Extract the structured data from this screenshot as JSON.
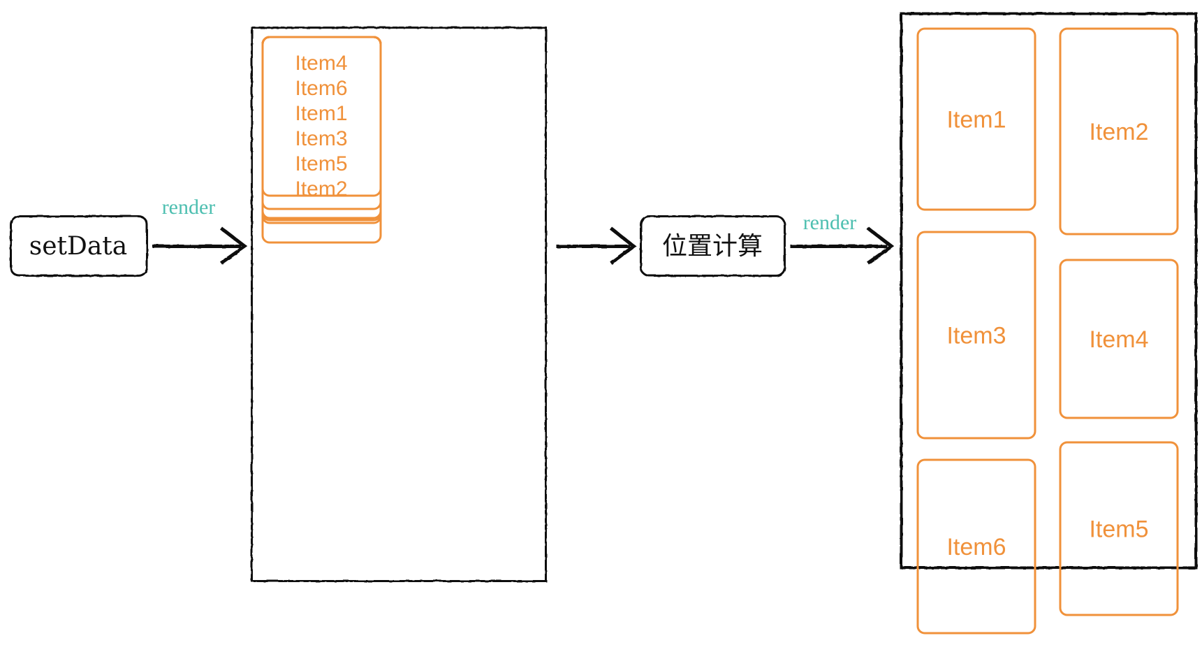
{
  "colors": {
    "accent": "#f0913a",
    "label": "#4dbfb0",
    "ink": "#111111"
  },
  "nodes": {
    "set_data": "setData",
    "position_calc": "位置计算"
  },
  "edges": {
    "render_1": "render",
    "render_2": "render"
  },
  "stacked_items": [
    "Item4",
    "Item6",
    "Item1",
    "Item3",
    "Item5",
    "Item2"
  ],
  "laid_out_items": [
    "Item1",
    "Item2",
    "Item3",
    "Item4",
    "Item6",
    "Item5"
  ]
}
